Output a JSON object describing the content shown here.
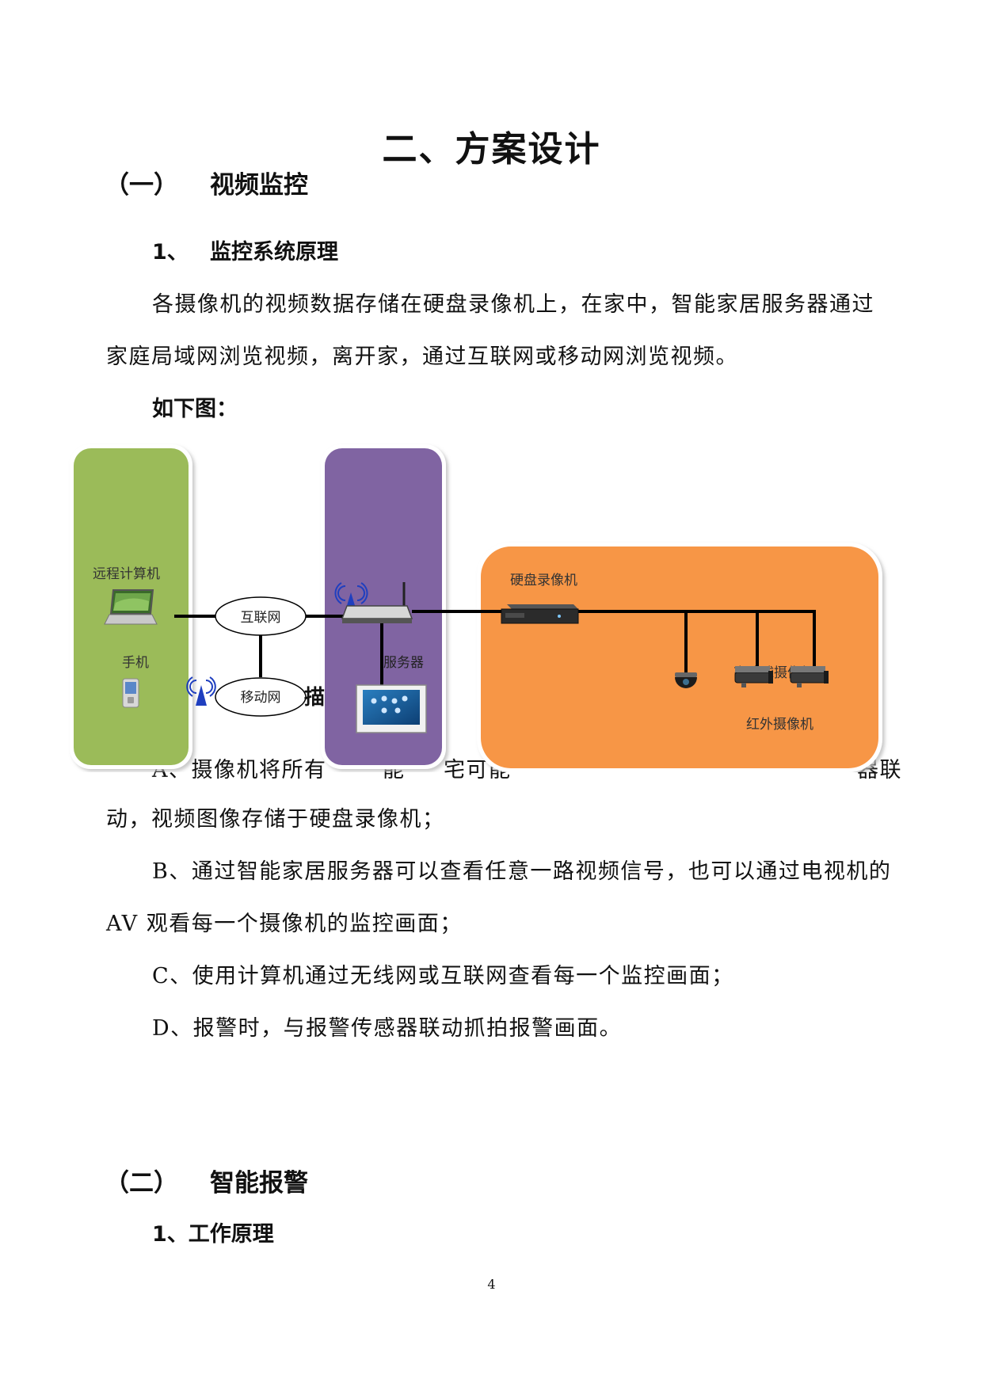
{
  "title": "二、方案设计",
  "section1": {
    "num": "（一）",
    "title": "视频监控",
    "sub1": {
      "num": "1、",
      "title": "监控系统原理"
    },
    "para1_line1": "各摄像机的视频数据存储在硬盘录像机上，在家中，智能家居服务器通过",
    "para1_line2": "家庭局域网浏览视频，离开家，通过互联网或移动网浏览视频。",
    "below": "如下图：",
    "partial_a_frag1": "A、摄像机将所有",
    "partial_a_frag2": "能",
    "partial_a_frag3": "宅可能",
    "partial_a_frag4": "器联",
    "partial_hidden_char": "描",
    "para_a_line2": "动，视频图像存储于硬盘录像机；",
    "para_b_line1": "B、通过智能家居服务器可以查看任意一路视频信号，也可以通过电视机的",
    "para_b_line2": "AV 观看每一个摄像机的监控画面；",
    "para_c": "C、使用计算机通过无线网或互联网查看每一个监控画面；",
    "para_d": "D、报警时，与报警传感器联动抓拍报警画面。"
  },
  "diagram": {
    "remote_pc": "远程计算机",
    "phone": "手机",
    "internet": "互联网",
    "mobile_net": "移动网",
    "server": "服务器",
    "dvr": "硬盘录像机",
    "speed_dome": "高速球摄像机",
    "ir_camera": "红外摄像机",
    "colors": {
      "green": "#9bbb59",
      "purple": "#8064a2",
      "orange": "#f79646",
      "signal_blue": "#1f3fbf"
    }
  },
  "section2": {
    "num": "（二）",
    "title": "智能报警",
    "sub1": "1、工作原理"
  },
  "page_number": "4"
}
